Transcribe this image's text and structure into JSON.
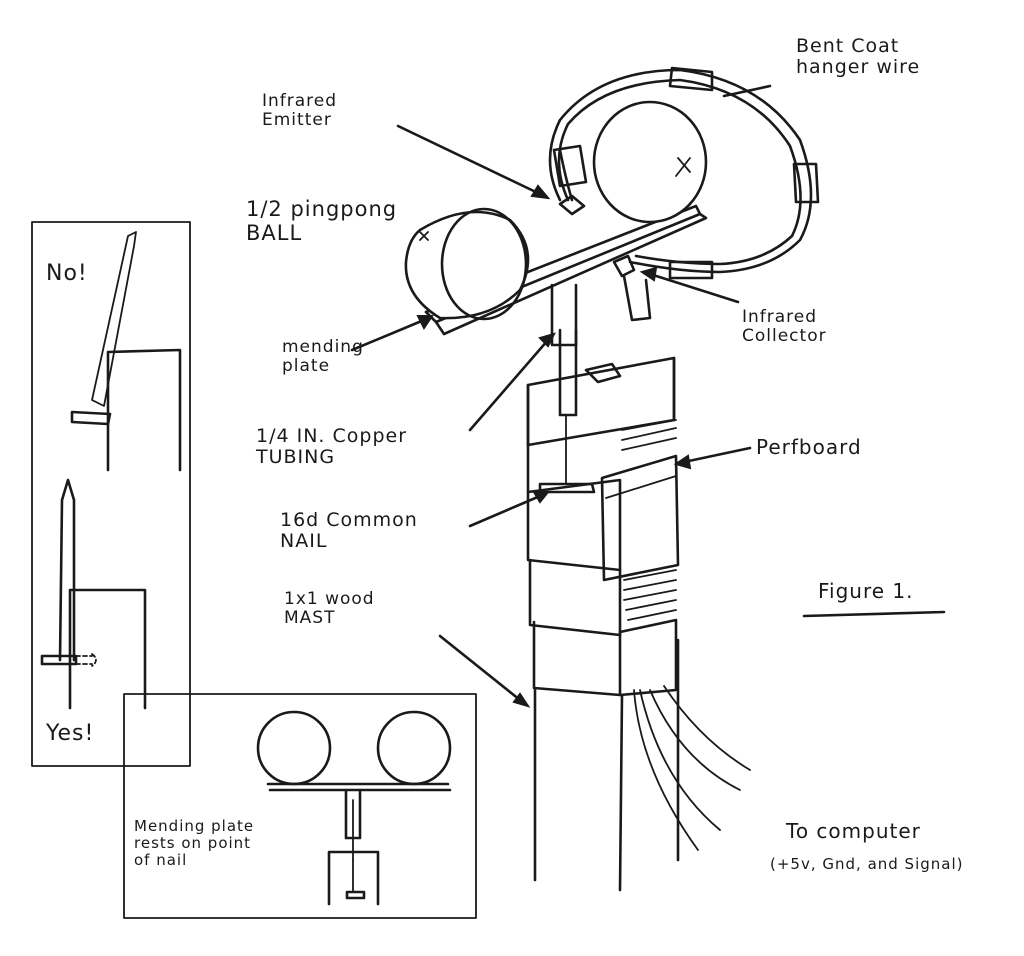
{
  "labels": {
    "coat_hanger": "Bent Coat\nhanger wire",
    "ir_emitter": "Infrared\nEmitter",
    "pingpong": "1/2 pingpong\nBALL",
    "mending_plate": "mending\nplate",
    "copper_tubing": "1/4 IN. Copper\nTUBING",
    "nail": "16d Common\nNAIL",
    "mast": "1x1 wood\nMAST",
    "ir_collector": "Infrared\nCollector",
    "perfboard": "Perfboard",
    "figure": "Figure 1.",
    "to_computer": "To computer",
    "signals": "(+5v, Gnd, and Signal)",
    "inset_no": "No!",
    "inset_yes": "Yes!",
    "inset_caption": "Mending plate\nrests on point\nof nail"
  },
  "colors": {
    "ink": "#1a1a1a",
    "paper": "#ffffff"
  }
}
